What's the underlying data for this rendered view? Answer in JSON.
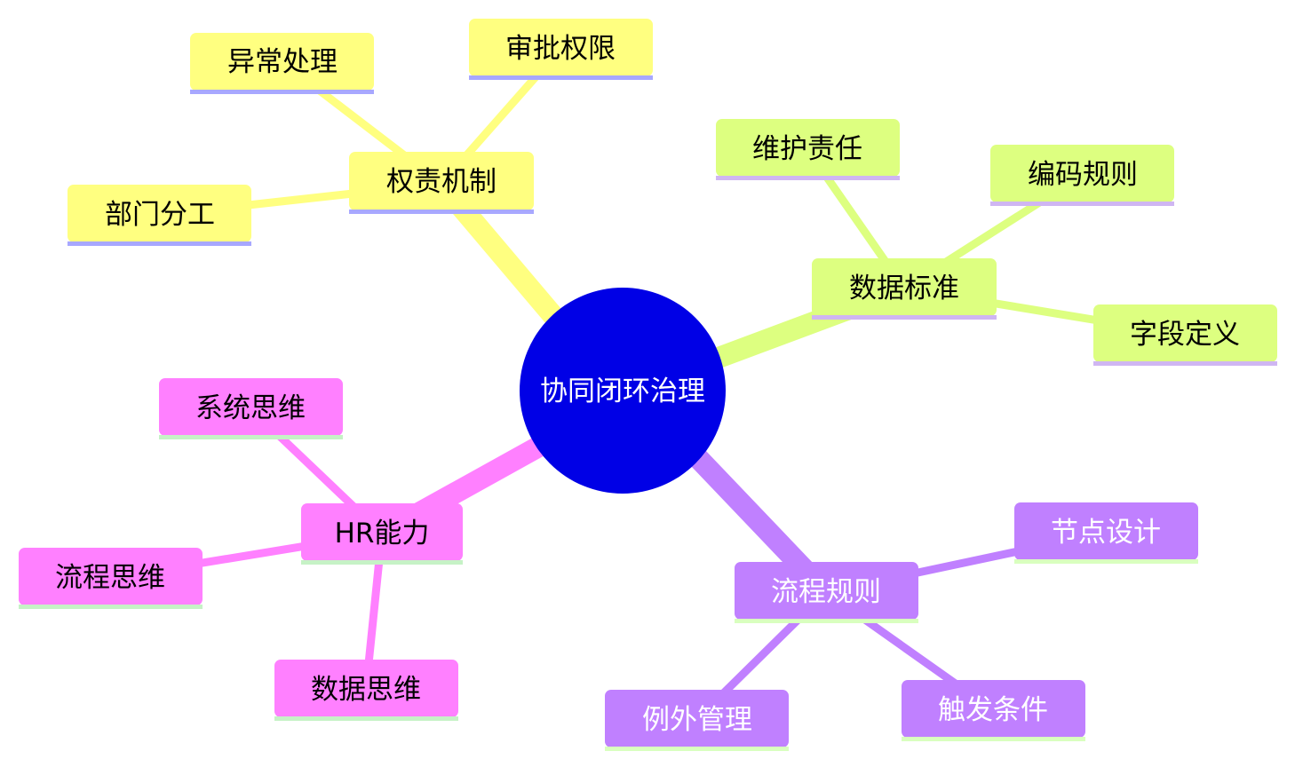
{
  "mindmap": {
    "root": {
      "label": "协同闭环治理",
      "fill": "#0000e6",
      "text_color": "#ffffff"
    },
    "branches": [
      {
        "label": "权责机制",
        "fill": "#ffff80",
        "edge": "#ffff80",
        "underline": "#a8a8ff",
        "text_color": "#000000",
        "children": [
          {
            "label": "异常处理"
          },
          {
            "label": "审批权限"
          },
          {
            "label": "部门分工"
          }
        ]
      },
      {
        "label": "数据标准",
        "fill": "#ddff80",
        "edge": "#ddff80",
        "underline": "#cfb6f2",
        "text_color": "#000000",
        "children": [
          {
            "label": "维护责任"
          },
          {
            "label": "编码规则"
          },
          {
            "label": "字段定义"
          }
        ]
      },
      {
        "label": "HR能力",
        "fill": "#ff80ff",
        "edge": "#ff80ff",
        "underline": "#c6f2c6",
        "text_color": "#000000",
        "children": [
          {
            "label": "系统思维"
          },
          {
            "label": "流程思维"
          },
          {
            "label": "数据思维"
          }
        ]
      },
      {
        "label": "流程规则",
        "fill": "#c080ff",
        "edge": "#c080ff",
        "underline": "#d9ffbf",
        "text_color": "#ffffff",
        "children": [
          {
            "label": "节点设计"
          },
          {
            "label": "例外管理"
          },
          {
            "label": "触发条件"
          }
        ]
      }
    ]
  }
}
